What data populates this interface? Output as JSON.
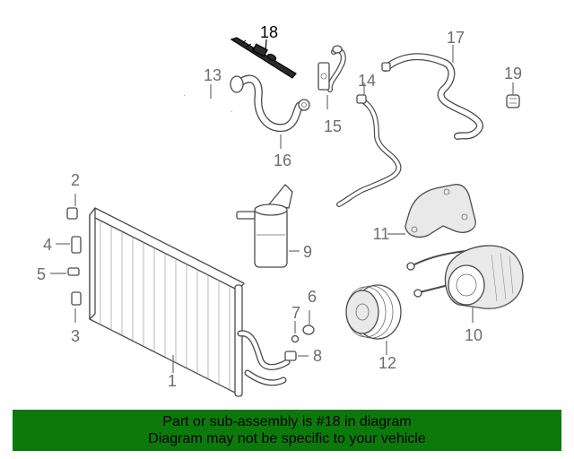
{
  "callouts": {
    "c1": "1",
    "c2": "2",
    "c3": "3",
    "c4": "4",
    "c5": "5",
    "c6": "6",
    "c7": "7",
    "c8": "8",
    "c9": "9",
    "c10": "10",
    "c11": "11",
    "c12": "12",
    "c13": "13",
    "c14": "14",
    "c15": "15",
    "c16": "16",
    "c17": "17",
    "c18": "18",
    "c19": "19"
  },
  "highlighted_part": "18",
  "banner": {
    "line1": "Part or sub-assembly is #18 in diagram",
    "line2": "Diagram may not be specific to your vehicle"
  },
  "colors": {
    "banner_bg": "#0b7a0b",
    "callout": "#6d6d6d",
    "highlight": "#000000"
  }
}
